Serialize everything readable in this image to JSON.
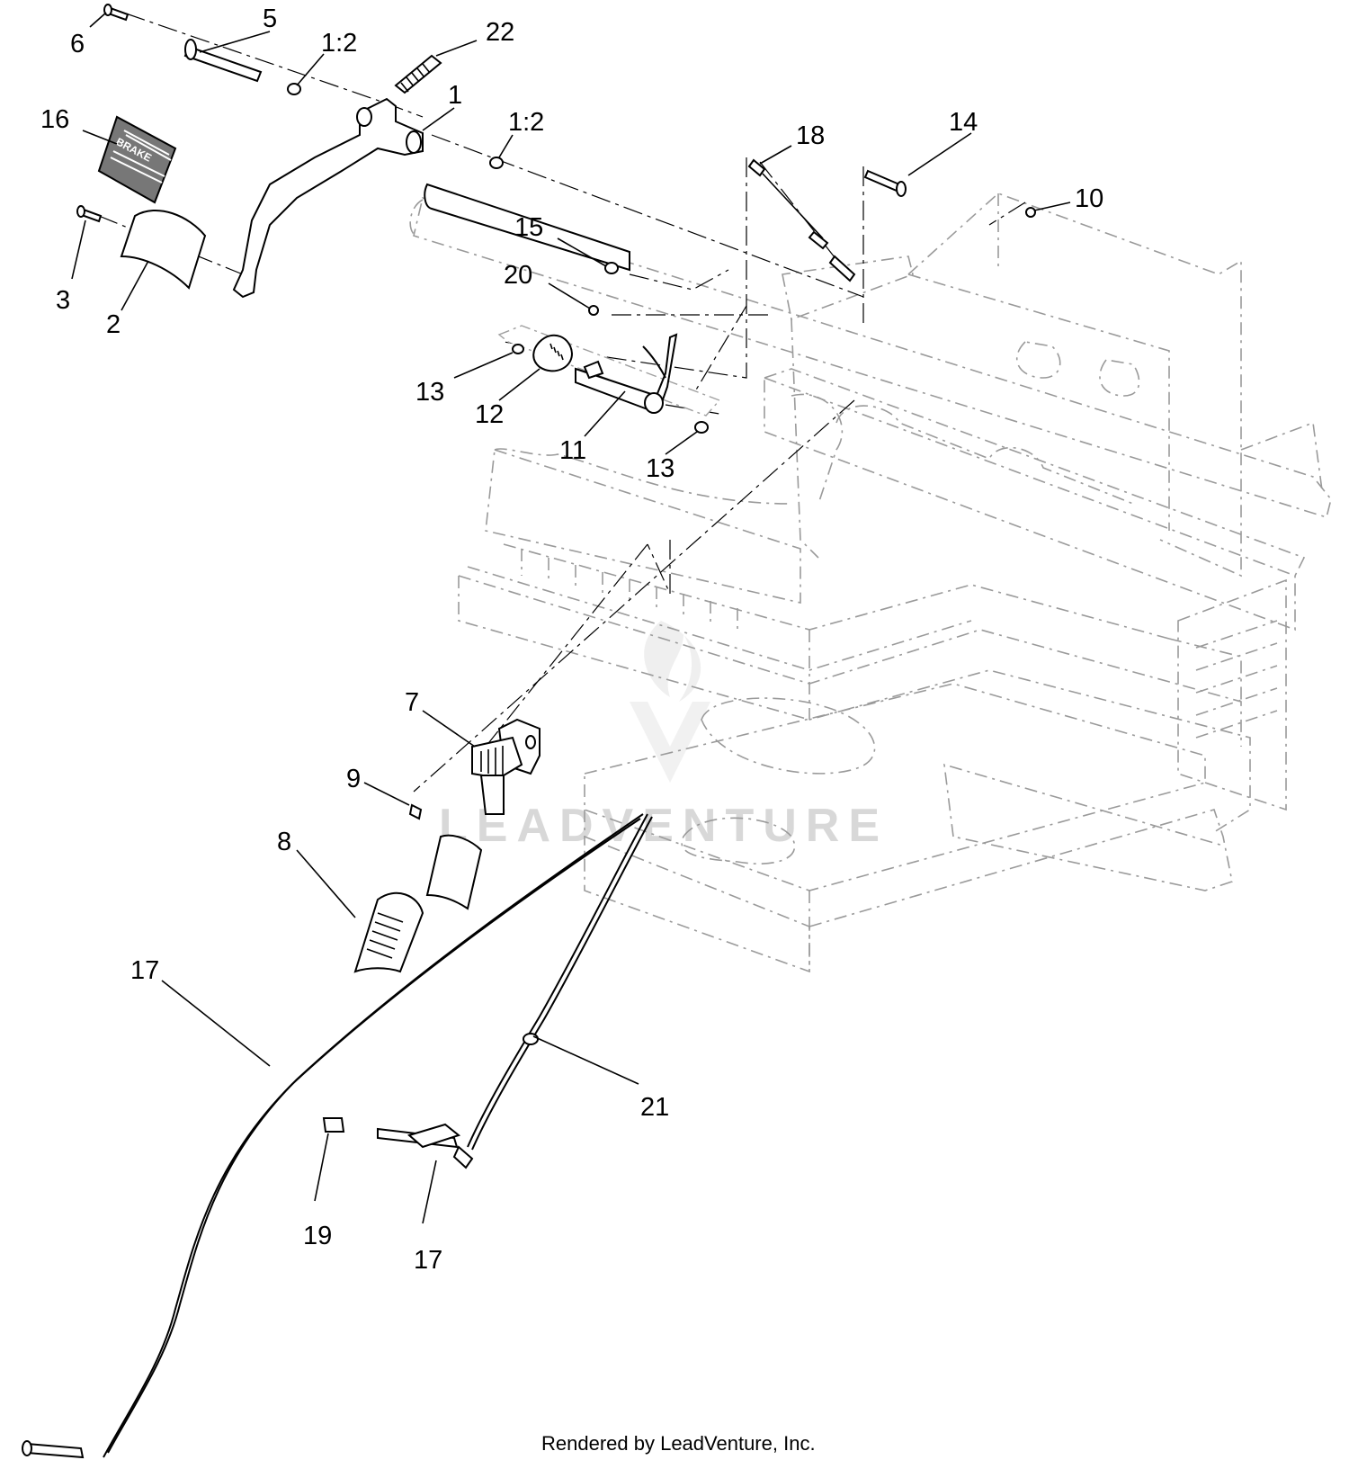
{
  "diagram": {
    "callouts": [
      {
        "id": "c6",
        "label": "6"
      },
      {
        "id": "c5",
        "label": "5"
      },
      {
        "id": "c1-2a",
        "label": "1:2"
      },
      {
        "id": "c22",
        "label": "22"
      },
      {
        "id": "c1",
        "label": "1"
      },
      {
        "id": "c1-2b",
        "label": "1:2"
      },
      {
        "id": "c16",
        "label": "16"
      },
      {
        "id": "c18",
        "label": "18"
      },
      {
        "id": "c14",
        "label": "14"
      },
      {
        "id": "c10",
        "label": "10"
      },
      {
        "id": "c15",
        "label": "15"
      },
      {
        "id": "c20",
        "label": "20"
      },
      {
        "id": "c3",
        "label": "3"
      },
      {
        "id": "c2",
        "label": "2"
      },
      {
        "id": "c13a",
        "label": "13"
      },
      {
        "id": "c12",
        "label": "12"
      },
      {
        "id": "c11",
        "label": "11"
      },
      {
        "id": "c13b",
        "label": "13"
      },
      {
        "id": "c7",
        "label": "7"
      },
      {
        "id": "c9",
        "label": "9"
      },
      {
        "id": "c8",
        "label": "8"
      },
      {
        "id": "c17a",
        "label": "17"
      },
      {
        "id": "c21",
        "label": "21"
      },
      {
        "id": "c19",
        "label": "19"
      },
      {
        "id": "c17b",
        "label": "17"
      }
    ],
    "pad_text": "BRAKE",
    "watermark": "LEADVENTURE",
    "footer": "Rendered by LeadVenture, Inc."
  }
}
